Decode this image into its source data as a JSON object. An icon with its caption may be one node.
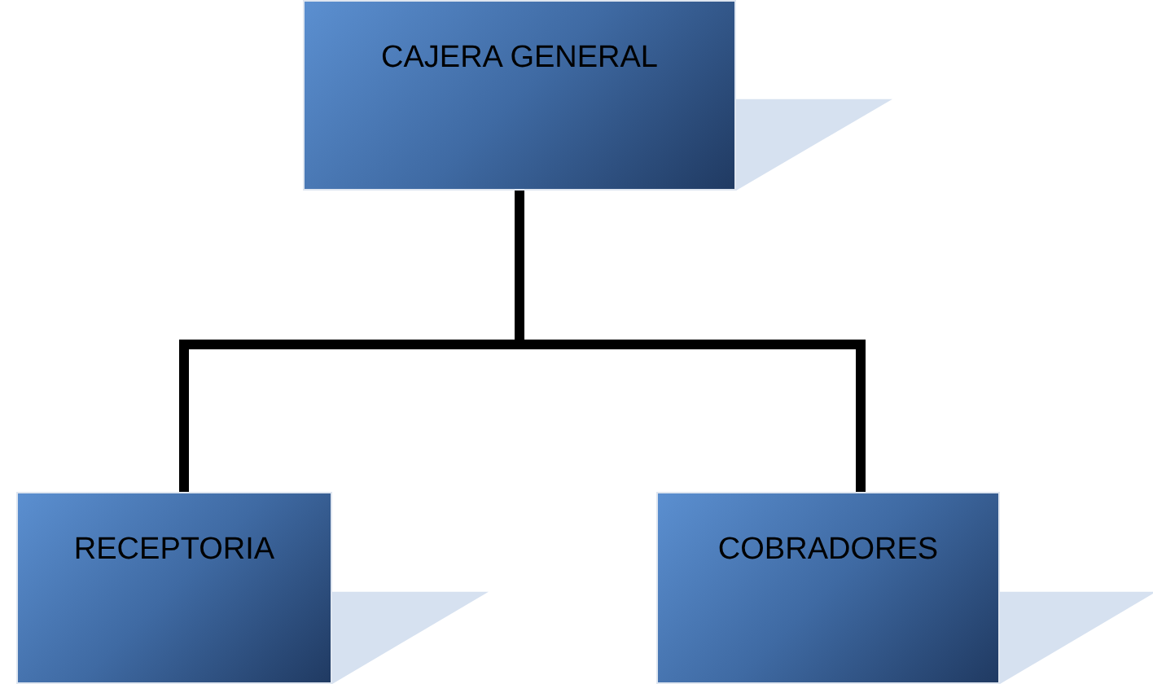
{
  "diagram": {
    "nodes": [
      {
        "text": [
          "CAJERA GENERAL"
        ]
      },
      {
        "text": [
          "RECEPTORIA"
        ]
      },
      {
        "text": [
          "COBRADORES"
        ]
      }
    ],
    "edges": [
      {
        "from": 0,
        "to": 1,
        "arrow": "none"
      },
      {
        "from": 0,
        "to": 2,
        "arrow": "none"
      }
    ]
  }
}
